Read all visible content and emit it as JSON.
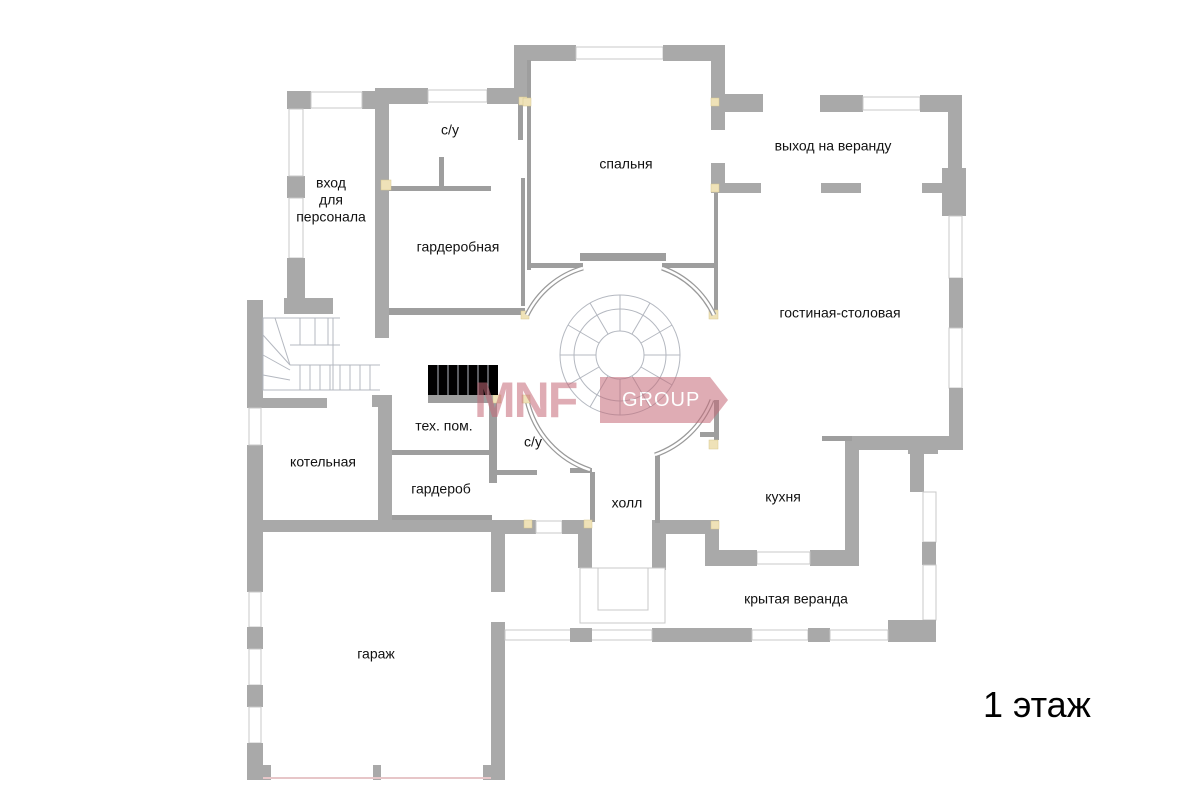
{
  "plan": {
    "floor_label": "1 этаж",
    "watermark": {
      "brand": "MNF",
      "suffix": "GROUP",
      "color": "#c56a78"
    },
    "colors": {
      "wall": "#a9a9a9",
      "column": "#efe2b8",
      "background": "#ffffff"
    },
    "rooms": [
      {
        "id": "bathroom-top",
        "label": "с/у"
      },
      {
        "id": "staff-entrance",
        "label": "вход\nдля\nперсонала"
      },
      {
        "id": "bedroom",
        "label": "спальня"
      },
      {
        "id": "veranda-exit",
        "label": "выход на веранду"
      },
      {
        "id": "walk-in-closet",
        "label": "гардеробная"
      },
      {
        "id": "living-dining",
        "label": "гостиная-столовая"
      },
      {
        "id": "utility-room",
        "label": "тех. пом."
      },
      {
        "id": "bathroom-hall",
        "label": "с/у"
      },
      {
        "id": "boiler-room",
        "label": "котельная"
      },
      {
        "id": "cloakroom",
        "label": "гардероб"
      },
      {
        "id": "hall",
        "label": "холл"
      },
      {
        "id": "kitchen",
        "label": "кухня"
      },
      {
        "id": "covered-veranda",
        "label": "крытая веранда"
      },
      {
        "id": "garage",
        "label": "гараж"
      }
    ]
  }
}
